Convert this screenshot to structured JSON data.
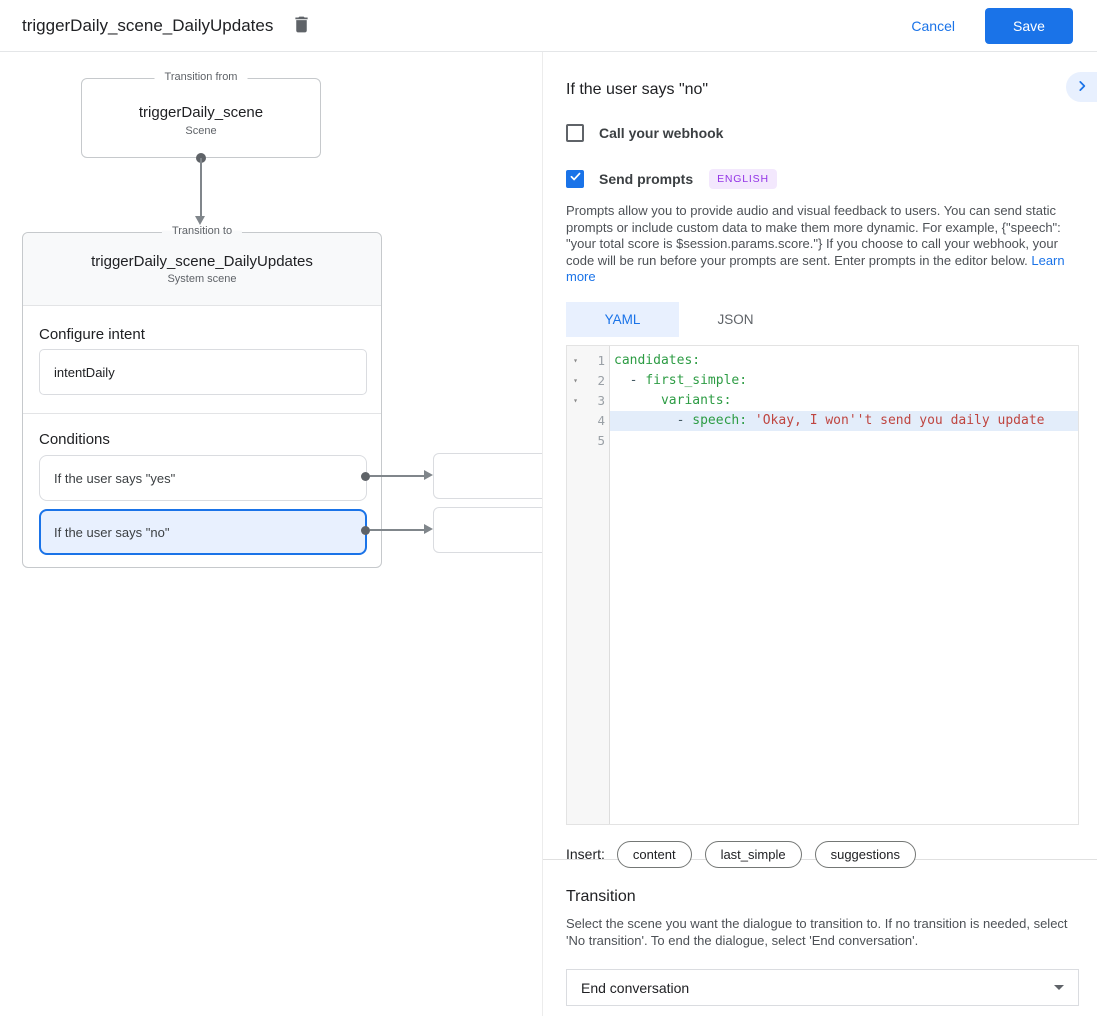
{
  "header": {
    "title": "triggerDaily_scene_DailyUpdates",
    "cancel_label": "Cancel",
    "save_label": "Save"
  },
  "canvas": {
    "transition_from": {
      "legend": "Transition from",
      "name": "triggerDaily_scene",
      "type": "Scene"
    },
    "transition_to": {
      "legend": "Transition to",
      "name": "triggerDaily_scene_DailyUpdates",
      "type": "System scene",
      "configure_intent_label": "Configure intent",
      "intent_value": "intentDaily",
      "conditions_label": "Conditions",
      "conditions": [
        {
          "label": "If the user says \"yes\"",
          "selected": false
        },
        {
          "label": "If the user says \"no\"",
          "selected": true
        }
      ]
    }
  },
  "panel": {
    "title": "If the user says \"no\"",
    "webhook": {
      "label": "Call your webhook",
      "checked": false
    },
    "send_prompts": {
      "label": "Send prompts",
      "checked": true,
      "language_badge": "ENGLISH"
    },
    "description": "Prompts allow you to provide audio and visual feedback to users. You can send static prompts or include custom data to make them more dynamic. For example, {\"speech\": \"your total score is $session.params.score.\"} If you choose to call your webhook, your code will be run before your prompts are sent. Enter prompts in the editor below. ",
    "learn_more_label": "Learn more",
    "tabs": [
      {
        "label": "YAML",
        "active": true
      },
      {
        "label": "JSON",
        "active": false
      }
    ],
    "editor": {
      "lines": [
        {
          "num": "1",
          "fold": true,
          "highlighted": false,
          "tokens": [
            {
              "c": "key",
              "t": "candidates:"
            }
          ]
        },
        {
          "num": "2",
          "fold": true,
          "highlighted": false,
          "tokens": [
            {
              "c": "plain",
              "t": "  - "
            },
            {
              "c": "key",
              "t": "first_simple:"
            }
          ]
        },
        {
          "num": "3",
          "fold": true,
          "highlighted": false,
          "tokens": [
            {
              "c": "plain",
              "t": "      "
            },
            {
              "c": "key",
              "t": "variants:"
            }
          ]
        },
        {
          "num": "4",
          "fold": false,
          "highlighted": true,
          "tokens": [
            {
              "c": "plain",
              "t": "        - "
            },
            {
              "c": "key",
              "t": "speech: "
            },
            {
              "c": "string",
              "t": "'Okay, I won''t send you daily update"
            }
          ]
        },
        {
          "num": "5",
          "fold": false,
          "highlighted": false,
          "tokens": []
        }
      ]
    },
    "insert": {
      "label": "Insert:",
      "chips": [
        "content",
        "last_simple",
        "suggestions"
      ]
    },
    "transition": {
      "title": "Transition",
      "description": "Select the scene you want the dialogue to transition to. If no transition is needed, select 'No transition'. To end the dialogue, select 'End conversation'.",
      "selected_value": "End conversation"
    }
  },
  "colors": {
    "accent_blue": "#1a73e8",
    "selection_blue": "#e8f0fe",
    "badge_purple": "#9334e6",
    "code_key_green": "#2d9c44",
    "code_string_red": "#bf4540"
  }
}
